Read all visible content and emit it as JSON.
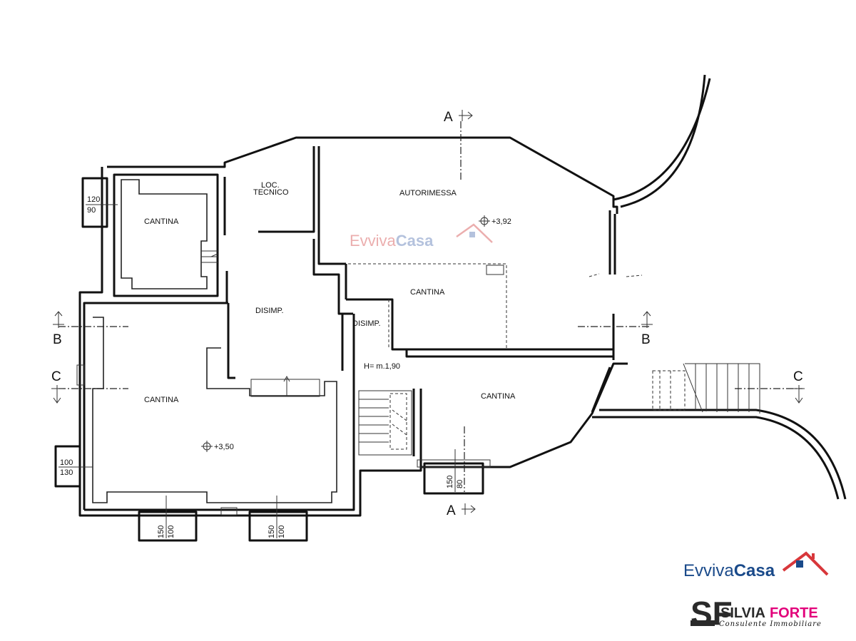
{
  "rooms": {
    "cantina_top_left": "CANTINA",
    "loc_tecnico_line1": "LOC.",
    "loc_tecnico_line2": "TECNICO",
    "autorimessa": "AUTORIMESSA",
    "cantina_center": "CANTINA",
    "disimp_main": "DISIMP.",
    "disimp_small": "DISIMP.",
    "cantina_big": "CANTINA",
    "cantina_right": "CANTINA",
    "height_note": "H= m.1,90"
  },
  "levels": {
    "autorimessa": "+3,92",
    "cantina_big": "+3,50"
  },
  "sections": {
    "a_top": "A",
    "a_bottom": "A",
    "b_left": "B",
    "b_right": "B",
    "c_left": "C",
    "c_right": "C"
  },
  "windows": {
    "w1_top": "120",
    "w1_bottom": "90",
    "w2_top": "100",
    "w2_bottom": "130",
    "w3_top": "150",
    "w3_bottom": "100",
    "w4_top": "150",
    "w4_bottom": "100",
    "w5_top": "150",
    "w5_bottom": "80"
  },
  "watermark": {
    "part1": "Evviva",
    "part2": "Casa"
  },
  "logo_evvivacasa": {
    "part1": "Evviva",
    "part2": "Casa"
  },
  "logo_silviaforte": {
    "monogram": "SF",
    "name_first": "SILVIA",
    "name_last": "FORTE",
    "subtitle": "Consulente Immobiliare"
  },
  "colors": {
    "brand_blue": "#1a4a8a",
    "brand_red": "#d8373b",
    "brand_magenta": "#e2007a",
    "monogram_dark": "#2a2a2a",
    "watermark_red": "#e8a0a0",
    "watermark_blue": "#a8b8d8"
  }
}
